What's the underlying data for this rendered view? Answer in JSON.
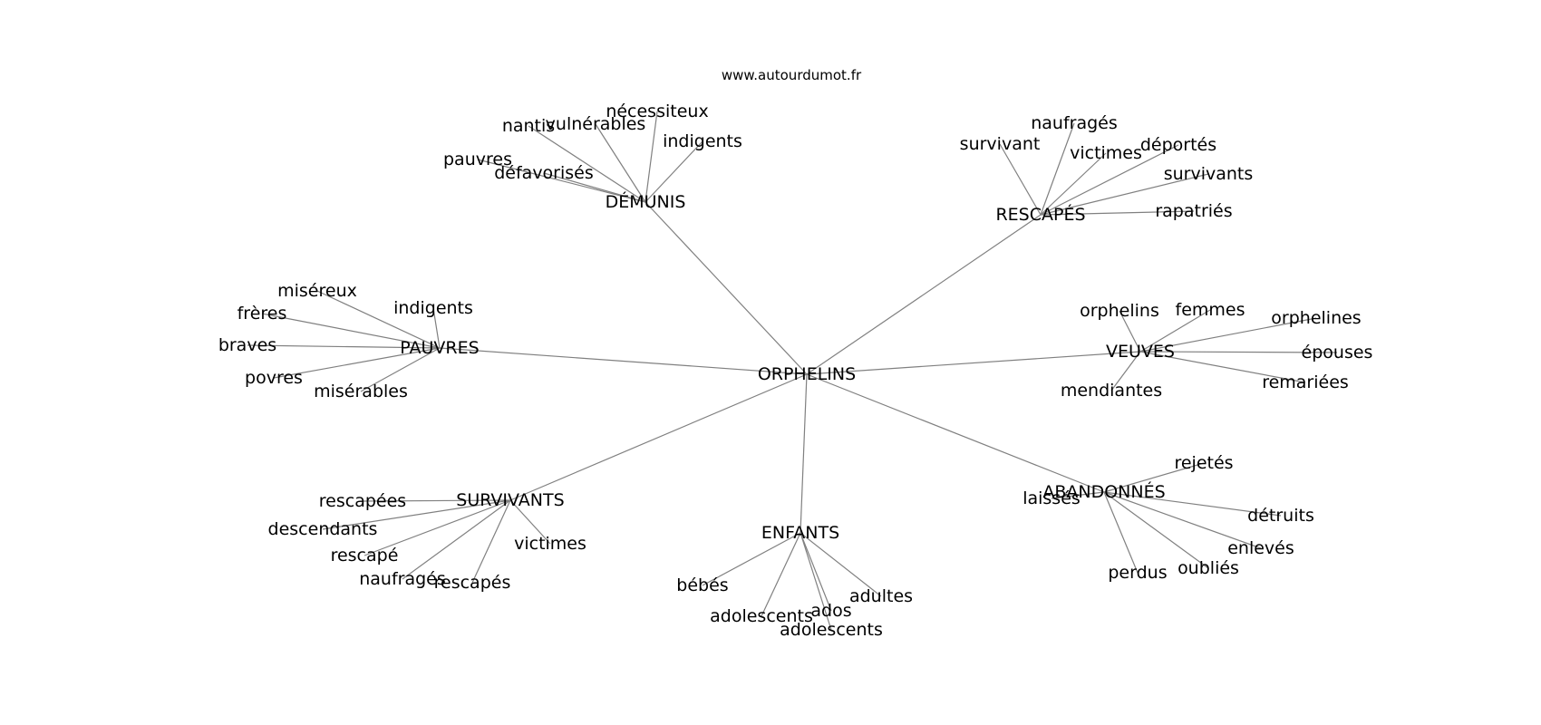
{
  "header": {
    "site": "www.autourdumot.fr"
  },
  "graph": {
    "center": "ORPHELINS",
    "clusters": [
      {
        "id": "demunis",
        "label": "DÉMUNIS",
        "words": [
          "nantis",
          "vulnérables",
          "nécessiteux",
          "indigents",
          "pauvres",
          "défavorisés"
        ]
      },
      {
        "id": "rescapes",
        "label": "RESCAPÉS",
        "words": [
          "naufragés",
          "survivant",
          "victimes",
          "déportés",
          "survivants",
          "rapatriés"
        ]
      },
      {
        "id": "pauvres",
        "label": "PAUVRES",
        "words": [
          "miséreux",
          "frères",
          "indigents",
          "braves",
          "povres",
          "misérables"
        ]
      },
      {
        "id": "veuves",
        "label": "VEUVES",
        "words": [
          "orphelins",
          "femmes",
          "orphelines",
          "épouses",
          "remariées",
          "mendiantes"
        ]
      },
      {
        "id": "survivants",
        "label": "SURVIVANTS",
        "words": [
          "rescapées",
          "descendants",
          "rescapé",
          "naufragés",
          "rescapés",
          "victimes"
        ]
      },
      {
        "id": "enfants",
        "label": "ENFANTS",
        "words": [
          "bébés",
          "adolescents",
          "ados",
          "adolescents",
          "adultes"
        ]
      },
      {
        "id": "abandonnes",
        "label": "ABANDONNÉS",
        "words": [
          "laissés",
          "rejetés",
          "détruits",
          "enlevés",
          "oubliés",
          "perdus"
        ]
      }
    ]
  }
}
